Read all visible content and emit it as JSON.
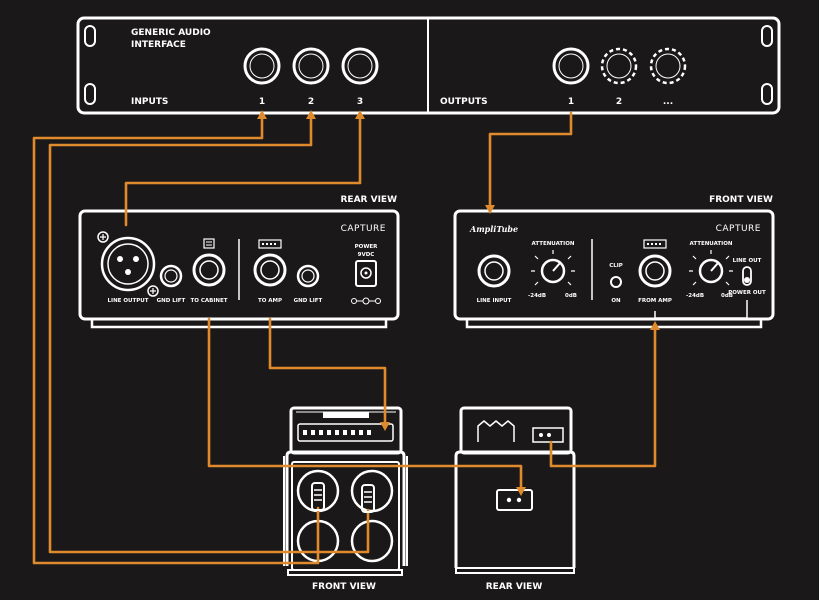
{
  "interface": {
    "name_line1": "GENERIC AUDIO",
    "name_line2": "INTERFACE",
    "inputs_label": "INPUTS",
    "outputs_label": "OUTPUTS",
    "inputs": [
      "1",
      "2",
      "3"
    ],
    "outputs": [
      "1",
      "2",
      "..."
    ]
  },
  "capture_rear": {
    "view_label": "REAR VIEW",
    "brand": "CAPTURE",
    "line_output": "LINE OUTPUT",
    "gnd_lift_1": "GND LIFT",
    "to_cabinet": "TO CABINET",
    "to_amp": "TO AMP",
    "gnd_lift_2": "GND LIFT",
    "power_line1": "POWER",
    "power_line2": "9VDC"
  },
  "capture_front": {
    "view_label": "FRONT VIEW",
    "brand": "CAPTURE",
    "logo": "AmpliTube",
    "line_input": "LINE INPUT",
    "attenuation_1": "ATTENUATION",
    "att1_min": "-24dB",
    "att1_max": "0dB",
    "clip": "CLIP",
    "on": "ON",
    "from_amp": "FROM AMP",
    "attenuation_2": "ATTENUATION",
    "att2_min": "-24dB",
    "att2_max": "0dB",
    "line_out": "LINE OUT",
    "power_out": "POWER OUT"
  },
  "amp_front": {
    "view_label": "FRONT VIEW"
  },
  "amp_rear": {
    "view_label": "REAR VIEW"
  },
  "colors": {
    "background": "#1a1818",
    "line": "#ffffff",
    "cable": "#e08a2e"
  }
}
